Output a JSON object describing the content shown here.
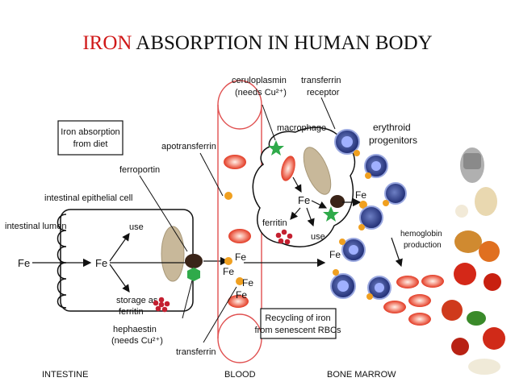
{
  "title": {
    "highlight": "IRON",
    "rest": "ABSORPTION IN HUMAN BODY"
  },
  "labels": {
    "iron_absorption_line1": "Iron absorption",
    "iron_absorption_line2": "from diet",
    "ceruloplasmin_line1": "ceruloplasmin",
    "ceruloplasmin_line2": "(needs Cu²⁺)",
    "transferrin_receptor_line1": "transferrin",
    "transferrin_receptor_line2": "receptor",
    "macrophage": "macrophage",
    "erythroid_line1": "erythroid",
    "erythroid_line2": "progenitors",
    "apotransferrin": "apotransferrin",
    "ferroportin": "ferroportin",
    "intestinal_epithelial_cell": "intestinal epithelial cell",
    "intestinal_lumen": "intestinal lumen",
    "fe_lumen": "Fe",
    "fe_cell": "Fe",
    "use_cell": "use",
    "storage_line1": "storage as",
    "storage_line2": "ferritin",
    "fe_macrophage": "Fe",
    "ferritin_macrophage": "ferritin",
    "use_macrophage": "use",
    "fe_marrow_top": "Fe",
    "fe_blood_1": "Fe",
    "fe_blood_2": "Fe",
    "fe_blood_3": "Fe",
    "fe_blood_4": "Fe",
    "fe_marrow_bottom": "Fe",
    "hemoglobin_line1": "hemoglobin",
    "hemoglobin_line2": "production",
    "recycling_line1": "Recycling of iron",
    "recycling_line2": "from senescent RBCs",
    "hephaestin_line1": "hephaestin",
    "hephaestin_line2": "(needs Cu²⁺)",
    "transferrin": "transferrin",
    "intestine": "INTESTINE",
    "blood": "BLOOD",
    "bone_marrow": "BONE MARROW"
  },
  "colors": {
    "title_highlight": "#d01818",
    "rbc": "#e8452f",
    "vessel": "#e05050",
    "transferrin": "#f0a020",
    "ferroportin": "#3a2418",
    "hephaestin": "#2faa4a",
    "ceruloplasmin": "#2faa4a",
    "ferritin": "#c42030",
    "erythroid": "#2a3a8a",
    "vesicle": "#c8b89a"
  },
  "icons": [
    "ferroportin-icon",
    "hephaestin-icon",
    "ceruloplasmin-icon",
    "transferrin-icon",
    "red-blood-cell-icon",
    "erythroid-cell-icon",
    "ferritin-icon",
    "vegetable-image"
  ]
}
